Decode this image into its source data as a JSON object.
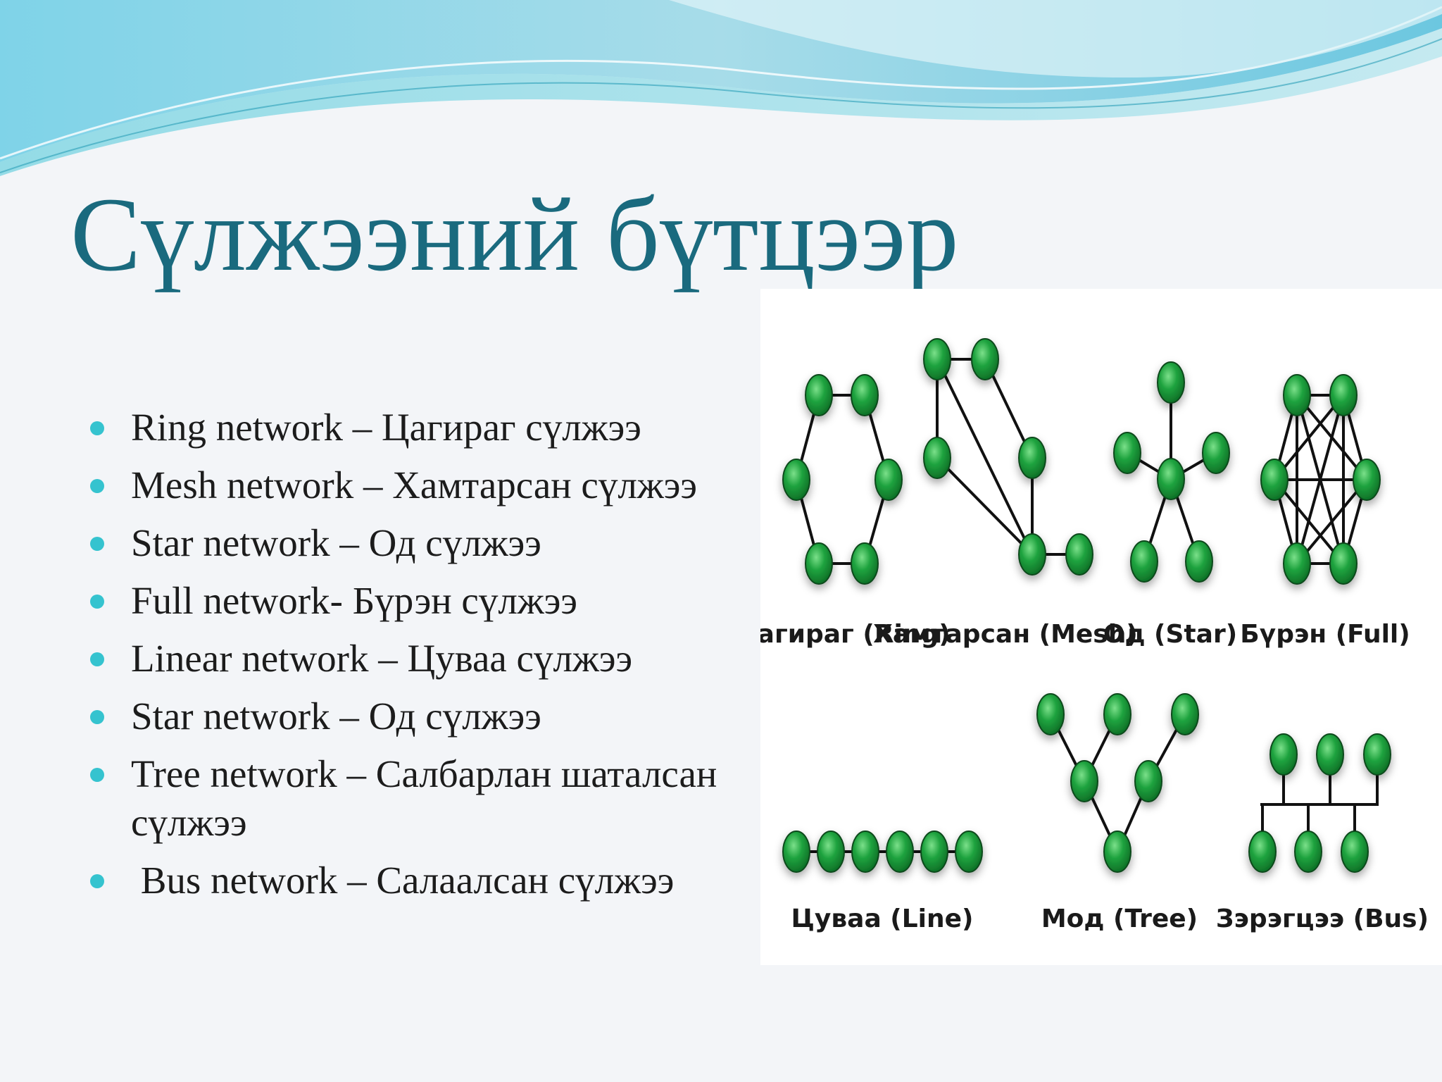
{
  "title": "Сүлжээний бүтцээр",
  "bullets": [
    "Ring network – Цагираг сүлжээ",
    "Mesh network – Хамтарсан сүлжээ",
    "Star network – Од сүлжээ",
    "Full network- Бүрэн сүлжээ",
    "Linear network – Цуваа сүлжээ",
    "Star network – Од сүлжээ",
    "Tree network – Салбарлан шаталсан сүлжээ",
    " Bus network – Салаалсан сүлжээ"
  ],
  "topologies": {
    "ring": "Цагираг (Ring)",
    "mesh": "Хамтарсан (Mesh)",
    "star": "Од (Star)",
    "full": "Бүрэн (Full)",
    "line": "Цуваа (Line)",
    "tree": "Мод (Tree)",
    "bus": "Зэрэгцээ (Bus)"
  },
  "colors": {
    "title": "#1a6a7e",
    "bullet": "#35c3cf",
    "node": "#1a9a3c",
    "node_edge": "#0b4a1a",
    "link": "#111111"
  }
}
